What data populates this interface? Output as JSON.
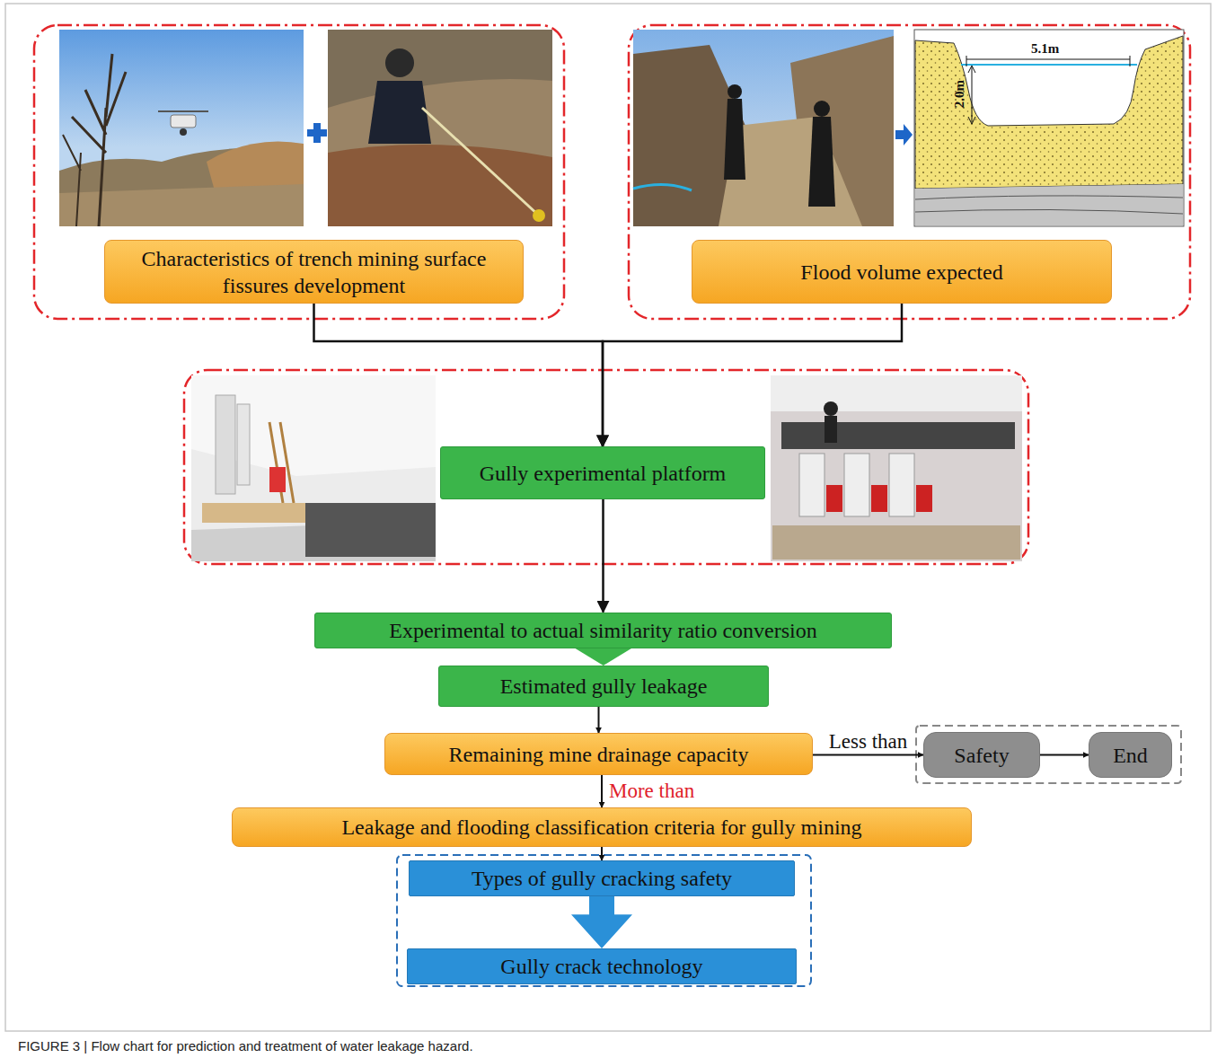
{
  "diagram": {
    "caption": "FIGURE 3 | Flow chart for prediction and treatment of water leakage hazard.",
    "nodes": [
      {
        "text": [
          "Characteristics of trench mining surface fissures development"
        ]
      },
      {
        "text": [
          "Flood volume expected"
        ]
      },
      {
        "text": [
          "Gully experimental platform"
        ]
      },
      {
        "text": [
          "Experimental to actual similarity ratio conversion"
        ]
      },
      {
        "text": [
          "Estimated gully leakage"
        ]
      },
      {
        "text": [
          "Remaining mine drainage capacity"
        ]
      },
      {
        "text": [
          "Safety"
        ]
      },
      {
        "text": [
          "End"
        ]
      },
      {
        "text": [
          "Leakage and flooding classification criteria for gully mining"
        ]
      },
      {
        "text": [
          "Types of gully cracking safety"
        ]
      },
      {
        "text": [
          "Gully crack technology"
        ]
      }
    ],
    "edges": [
      {
        "from": 0,
        "to": 2,
        "arrow": "to"
      },
      {
        "from": 1,
        "to": 2,
        "arrow": "to"
      },
      {
        "from": 2,
        "to": 3,
        "arrow": "to"
      },
      {
        "from": 3,
        "to": 4,
        "arrow": "to"
      },
      {
        "from": 4,
        "to": 5,
        "arrow": "to"
      },
      {
        "from": 5,
        "to": 6,
        "label": "Less than",
        "arrow": "to"
      },
      {
        "from": 6,
        "to": 7,
        "arrow": "to"
      },
      {
        "from": 5,
        "to": 8,
        "label": "More than",
        "arrow": "to"
      },
      {
        "from": 8,
        "to": 9,
        "arrow": "to"
      },
      {
        "from": 9,
        "to": 10,
        "arrow": "to"
      }
    ],
    "labels": [
      "5.1m",
      "2.0m"
    ]
  }
}
